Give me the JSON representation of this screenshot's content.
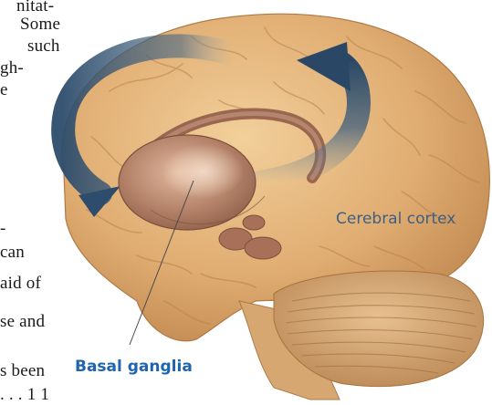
{
  "body_text_fragments": [
    "nitat-",
    "Some",
    "such",
    "gh-",
    "e",
    "-",
    "can",
    "aid of",
    "se and",
    "s been",
    ". . . 1 1"
  ],
  "labels": {
    "cerebral_cortex": "Cerebral cortex",
    "basal_ganglia": "Basal ganglia"
  },
  "colors": {
    "brain": "#d9a873",
    "arrow": "#2e4d6c",
    "basal_ganglia": "#9e6a55",
    "label_cortex": "#3e5f82",
    "label_basal": "#1f65ad"
  }
}
